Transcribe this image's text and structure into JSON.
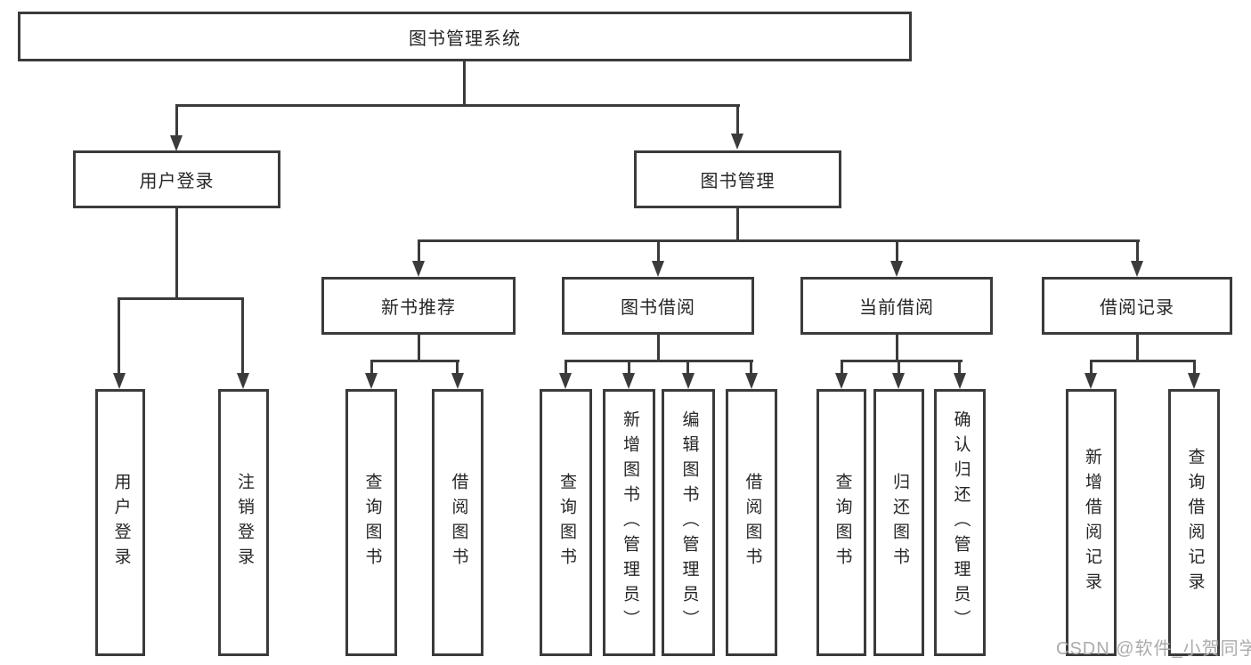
{
  "diagram": {
    "title_note": "functional structure tree",
    "root": {
      "label": "图书管理系统"
    },
    "branches": [
      {
        "label": "用户登录",
        "children": [
          {
            "label": "用户登录"
          },
          {
            "label": "注销登录"
          }
        ]
      },
      {
        "label": "图书管理",
        "children": [
          {
            "label": "新书推荐",
            "children": [
              {
                "label": "查询图书"
              },
              {
                "label": "借阅图书"
              }
            ]
          },
          {
            "label": "图书借阅",
            "children": [
              {
                "label": "查询图书"
              },
              {
                "label": "新增图书（管理员）"
              },
              {
                "label": "编辑图书（管理员）"
              },
              {
                "label": "借阅图书"
              }
            ]
          },
          {
            "label": "当前借阅",
            "children": [
              {
                "label": "查询图书"
              },
              {
                "label": "归还图书"
              },
              {
                "label": "确认归还（管理员）"
              }
            ]
          },
          {
            "label": "借阅记录",
            "children": [
              {
                "label": "新增借阅记录"
              },
              {
                "label": "查询借阅记录"
              }
            ]
          }
        ]
      }
    ],
    "watermark": "CSDN @软件_小贺同学",
    "colors": {
      "line": "#3b3b3b",
      "text": "#262626",
      "watermark": "#ababab",
      "background": "#ffffff"
    }
  }
}
